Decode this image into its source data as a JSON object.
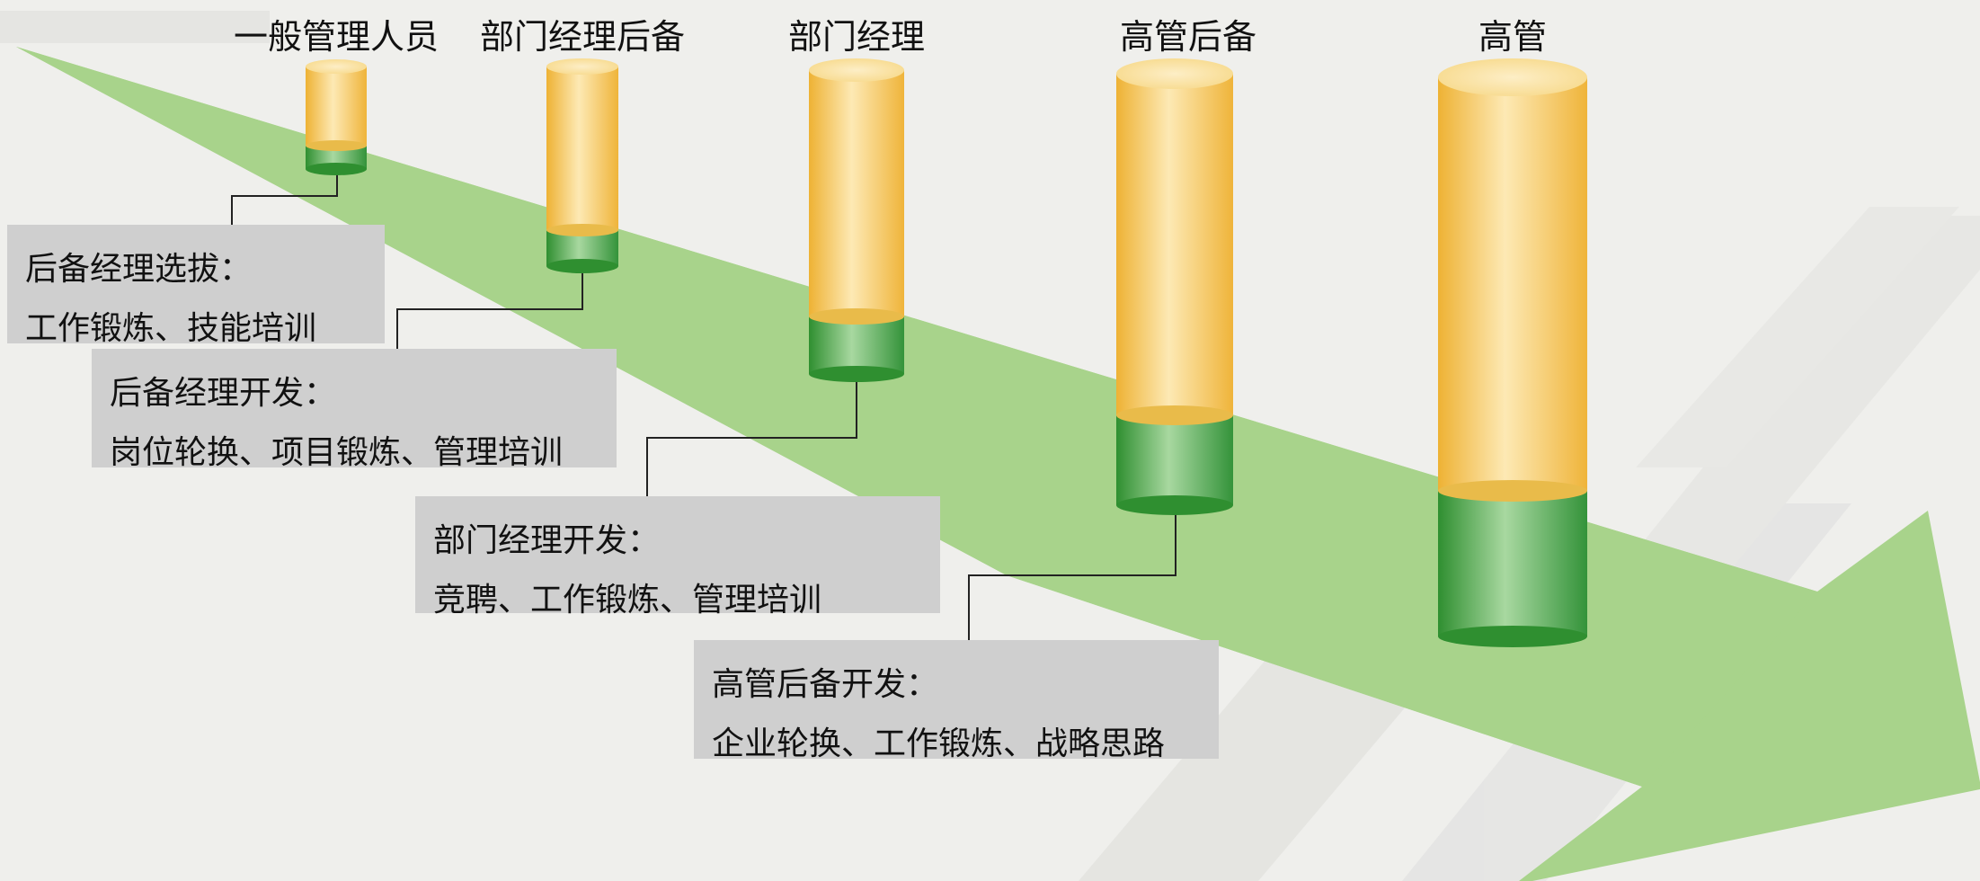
{
  "levels": [
    {
      "title": "一般管理人员"
    },
    {
      "title": "部门经理后备"
    },
    {
      "title": "部门经理"
    },
    {
      "title": "高管后备"
    },
    {
      "title": "高管"
    }
  ],
  "boxes": [
    {
      "heading": "后备经理选拔：",
      "content": "工作锻炼、技能培训"
    },
    {
      "heading": "后备经理开发：",
      "content": "岗位轮换、项目锻炼、管理培训"
    },
    {
      "heading": "部门经理开发：",
      "content": "竞聘、工作锻炼、管理培训"
    },
    {
      "heading": "高管后备开发：",
      "content": "企业轮换、工作锻炼、战略思路"
    }
  ],
  "colors": {
    "arrow": "#a8d38b",
    "cylinder_top": "#f1bb3c",
    "cylinder_base": "#3f9e3f",
    "box": "#cfcfcf",
    "connector": "#222222"
  }
}
